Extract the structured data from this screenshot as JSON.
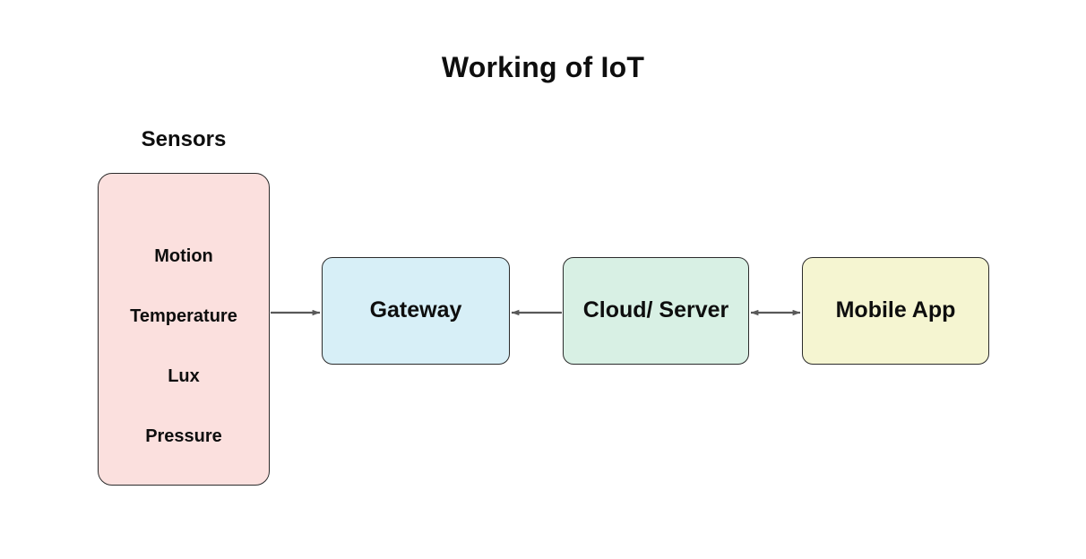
{
  "title": "Working of IoT",
  "groups": {
    "sensors_label": "Sensors"
  },
  "nodes": {
    "sensors": {
      "label": "Sensors",
      "color": "#fbe0de",
      "items": [
        {
          "label": "Motion"
        },
        {
          "label": "Temperature"
        },
        {
          "label": "Lux"
        },
        {
          "label": "Pressure"
        }
      ]
    },
    "gateway": {
      "label": "Gateway",
      "color": "#d7eff7"
    },
    "cloud": {
      "label": "Cloud/ Server",
      "color": "#d8f0e4"
    },
    "mobile": {
      "label": "Mobile App",
      "color": "#f5f5d1"
    }
  },
  "connectors": [
    {
      "name": "sensors-to-gateway",
      "from": "sensors",
      "to": "gateway",
      "direction": "right"
    },
    {
      "name": "cloud-to-gateway",
      "from": "cloud",
      "to": "gateway",
      "direction": "left"
    },
    {
      "name": "cloud-to-mobile",
      "from": "cloud",
      "to": "mobile",
      "direction": "both"
    }
  ],
  "style": {
    "line_color": "#595959",
    "border_color": "#2b2b2b",
    "background": "#ffffff",
    "text_color": "#0e0e0e"
  }
}
